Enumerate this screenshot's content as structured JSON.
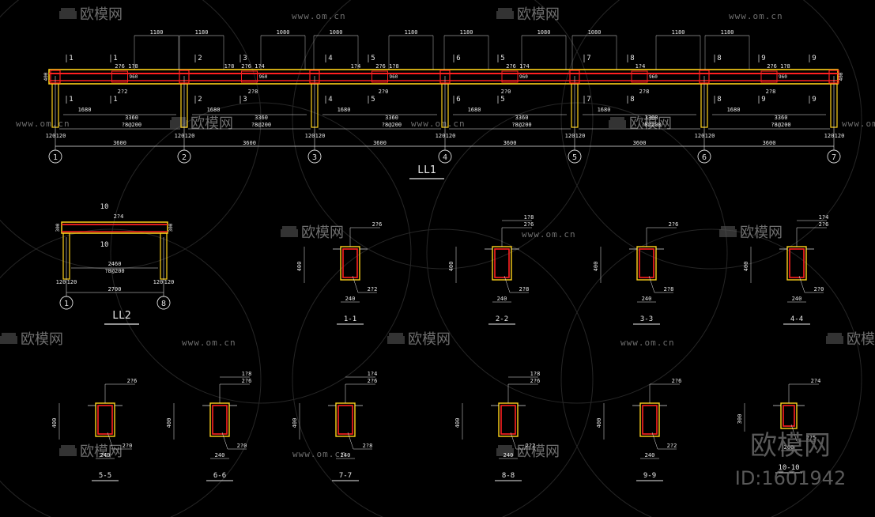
{
  "colors": {
    "background": "#000000",
    "dim": "#e8e8e8",
    "beam": "#ffd21a",
    "rebar": "#ff2020",
    "column": "#ffd21a",
    "grid": "#e0e0e0",
    "watermark": "#6f6f6f"
  },
  "watermark": {
    "brand": "欧模网",
    "site": "www.om.cn",
    "corner_brand": "欧模网",
    "corner_id": "ID:1601942",
    "icon": "sofa-logo-icon"
  },
  "ll1": {
    "title": "LL1",
    "axes": [
      "1",
      "2",
      "3",
      "4",
      "5",
      "6",
      "7"
    ],
    "spans": [
      "3600",
      "3600",
      "3600",
      "3600",
      "3600",
      "3600"
    ],
    "column_dims": [
      "120",
      "120"
    ],
    "top_dims": [
      "1180",
      "1180",
      "1080",
      "1080",
      "1180",
      "1180",
      "1080",
      "1080",
      "1180",
      "1180"
    ],
    "bottom_dim_a": "1680",
    "bottom_dim_b": "3360",
    "stirrup": "?8@200",
    "top_bars_a": "2?6 1?8",
    "top_bars_b": "1?8",
    "top_bars_c": "2?6 1?4",
    "top_bars_d": "1?4",
    "bottom_bar_a": "2?2",
    "bottom_bar_b": "2?8",
    "bottom_bar_c": "2?0",
    "hook_label": "960",
    "section_marks": [
      "1",
      "1",
      "2",
      "3",
      "4",
      "5",
      "6",
      "5",
      "7",
      "8",
      "8",
      "9",
      "9"
    ],
    "end_height": "400"
  },
  "ll2": {
    "title": "LL2",
    "axes": [
      "1",
      "8"
    ],
    "section_mark": "10",
    "top_bar": "2?4",
    "span": "2700",
    "inner": "2460",
    "stirrup": "?8@200",
    "column_dims": [
      "120",
      "120"
    ],
    "end_height": "300"
  },
  "sections": [
    {
      "label": "1-1",
      "height": "400",
      "width": "240",
      "top": [
        "2?6"
      ],
      "bottom": "2?2"
    },
    {
      "label": "2-2",
      "height": "400",
      "width": "240",
      "top": [
        "1?8",
        "2?6"
      ],
      "bottom": "2?8"
    },
    {
      "label": "3-3",
      "height": "400",
      "width": "240",
      "top": [
        "2?6"
      ],
      "bottom": "2?8"
    },
    {
      "label": "4-4",
      "height": "400",
      "width": "240",
      "top": [
        "1?4",
        "2?6"
      ],
      "bottom": "2?0"
    },
    {
      "label": "5-5",
      "height": "400",
      "width": "240",
      "top": [
        "2?6"
      ],
      "bottom": "2?0"
    },
    {
      "label": "6-6",
      "height": "400",
      "width": "240",
      "top": [
        "1?8",
        "2?6"
      ],
      "bottom": "2?0"
    },
    {
      "label": "7-7",
      "height": "400",
      "width": "240",
      "top": [
        "1?4",
        "2?6"
      ],
      "bottom": "2?8"
    },
    {
      "label": "8-8",
      "height": "400",
      "width": "240",
      "top": [
        "1?8",
        "2?6"
      ],
      "bottom": "2?2"
    },
    {
      "label": "9-9",
      "height": "400",
      "width": "240",
      "top": [
        "2?6"
      ],
      "bottom": "2?2"
    },
    {
      "label": "10-10",
      "height": "300",
      "width": "200",
      "top": [
        "2?4"
      ],
      "bottom": "2?5"
    }
  ]
}
